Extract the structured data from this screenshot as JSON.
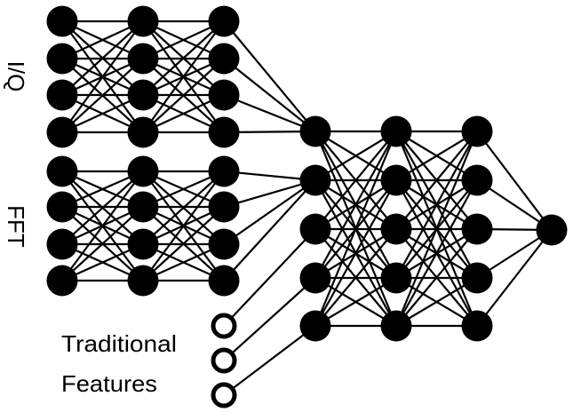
{
  "labels": {
    "iq": "I/Q",
    "fft": "FFT",
    "traditional_line1": "Traditional",
    "traditional_line2": "Features"
  },
  "colors": {
    "node": "#000000",
    "edge": "#000000",
    "background": "#ffffff"
  },
  "network": {
    "iq_branch_layers": [
      4,
      4,
      4
    ],
    "fft_branch_layers": [
      4,
      4,
      4
    ],
    "traditional_feature_inputs": 3,
    "merged_layers": [
      5,
      5,
      5
    ],
    "output_nodes": 1
  }
}
